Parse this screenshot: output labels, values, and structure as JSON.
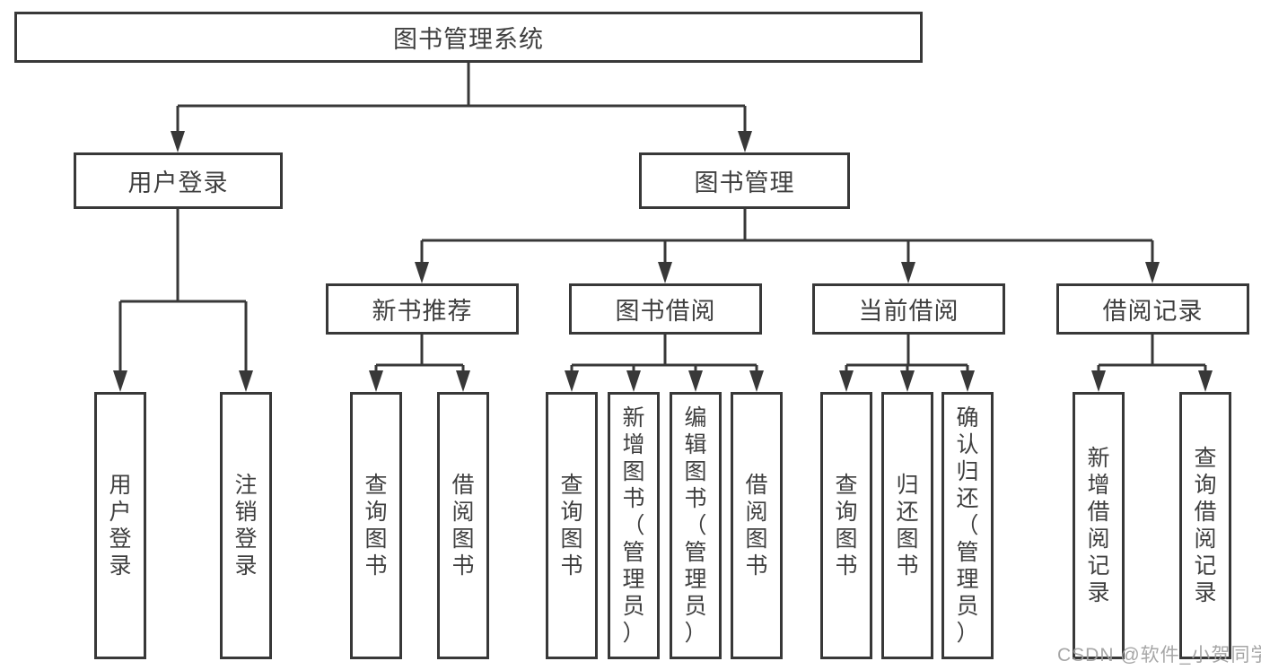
{
  "root": {
    "label": "图书管理系统"
  },
  "level2": [
    {
      "label": "用户登录"
    },
    {
      "label": "图书管理"
    }
  ],
  "level3": [
    {
      "label": "新书推荐"
    },
    {
      "label": "图书借阅"
    },
    {
      "label": "当前借阅"
    },
    {
      "label": "借阅记录"
    }
  ],
  "leaves": {
    "user": [
      "用户登录",
      "注销登录"
    ],
    "recommend": [
      "查询图书",
      "借阅图书"
    ],
    "borrow": [
      "查询图书",
      "新增图书（管理员）",
      "编辑图书（管理员）",
      "借阅图书"
    ],
    "current": [
      "查询图书",
      "归还图书",
      "确认归还（管理员）"
    ],
    "records": [
      "新增借阅记录",
      "查询借阅记录"
    ]
  },
  "watermark": {
    "text": "CSDN @软件_小贺同学"
  },
  "colors": {
    "line": "#383838",
    "text": "#3f3f3f",
    "box_fill": "#ffffff",
    "background": "#ffffff",
    "watermark": "#9e9e9e"
  }
}
